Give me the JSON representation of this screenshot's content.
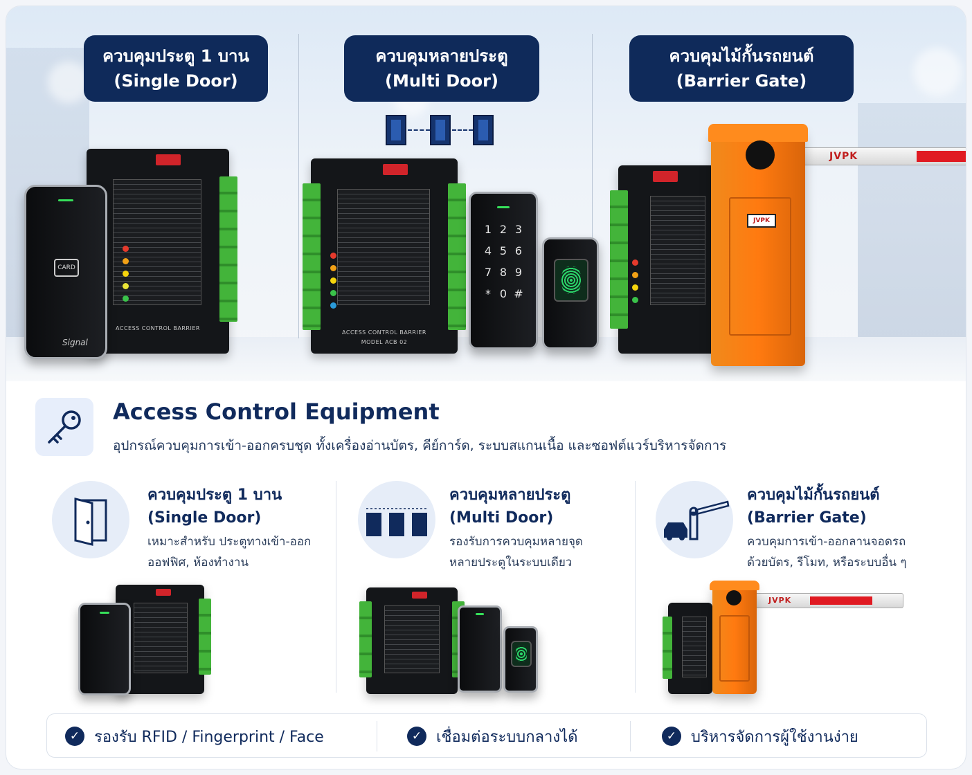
{
  "hero": {
    "pills": [
      {
        "line1": "ควบคุมประตู 1 บาน",
        "line2": "(Single Door)"
      },
      {
        "line1": "ควบคุมหลายประตู",
        "line2": "(Multi Door)"
      },
      {
        "line1": "ควบคุมไม้กั้นรถยนต์",
        "line2": "(Barrier Gate)"
      }
    ],
    "card_text": "CARD",
    "reader_brand": "Signal",
    "board_label_1": "ACCESS CONTROL BARRIER",
    "board_label_2": "MODEL ACB 02",
    "keys": [
      "1",
      "2",
      "3",
      "4",
      "5",
      "6",
      "7",
      "8",
      "9",
      "*",
      "0",
      "#"
    ],
    "gate_brand": "JVPK"
  },
  "info": {
    "title": "Access Control Equipment",
    "subtitle": "อุปกรณ์ควบคุมการเข้า-ออกครบชุด ทั้งเครื่องอ่านบัตร, คีย์การ์ด, ระบบสแกนเนื้อ และซอฟต์แวร์บริหารจัดการ",
    "columns": [
      {
        "title1": "ควบคุมประตู 1 บาน",
        "title2": "(Single Door)",
        "desc1": "เหมาะสำหรับ ประตูทางเข้า-ออก",
        "desc2": "ออฟฟิศ, ห้องทำงาน"
      },
      {
        "title1": "ควบคุมหลายประตู",
        "title2": "(Multi Door)",
        "desc1": "รองรับการควบคุมหลายจุด",
        "desc2": "หลายประตูในระบบเดียว"
      },
      {
        "title1": "ควบคุมไม้กั้นรถยนต์",
        "title2": "(Barrier Gate)",
        "desc1": "ควบคุมการเข้า-ออกลานจอดรถ",
        "desc2": "ด้วยบัตร, รีโมท, หรือระบบอื่น ๆ"
      }
    ]
  },
  "features": [
    "รองรับ RFID / Fingerprint / Face",
    "เชื่อมต่อระบบกลางได้",
    "บริหารจัดการผู้ใช้งานง่าย"
  ],
  "icons": {
    "key": "key-icon",
    "door": "door-open-icon",
    "multi": "multi-door-icon",
    "barrier": "car-barrier-icon",
    "check": "check-circle-icon"
  },
  "colors": {
    "navy": "#0f2a5a",
    "orange": "#ff7a10",
    "green": "#43b43a",
    "accent_bg": "#e6edf8"
  }
}
